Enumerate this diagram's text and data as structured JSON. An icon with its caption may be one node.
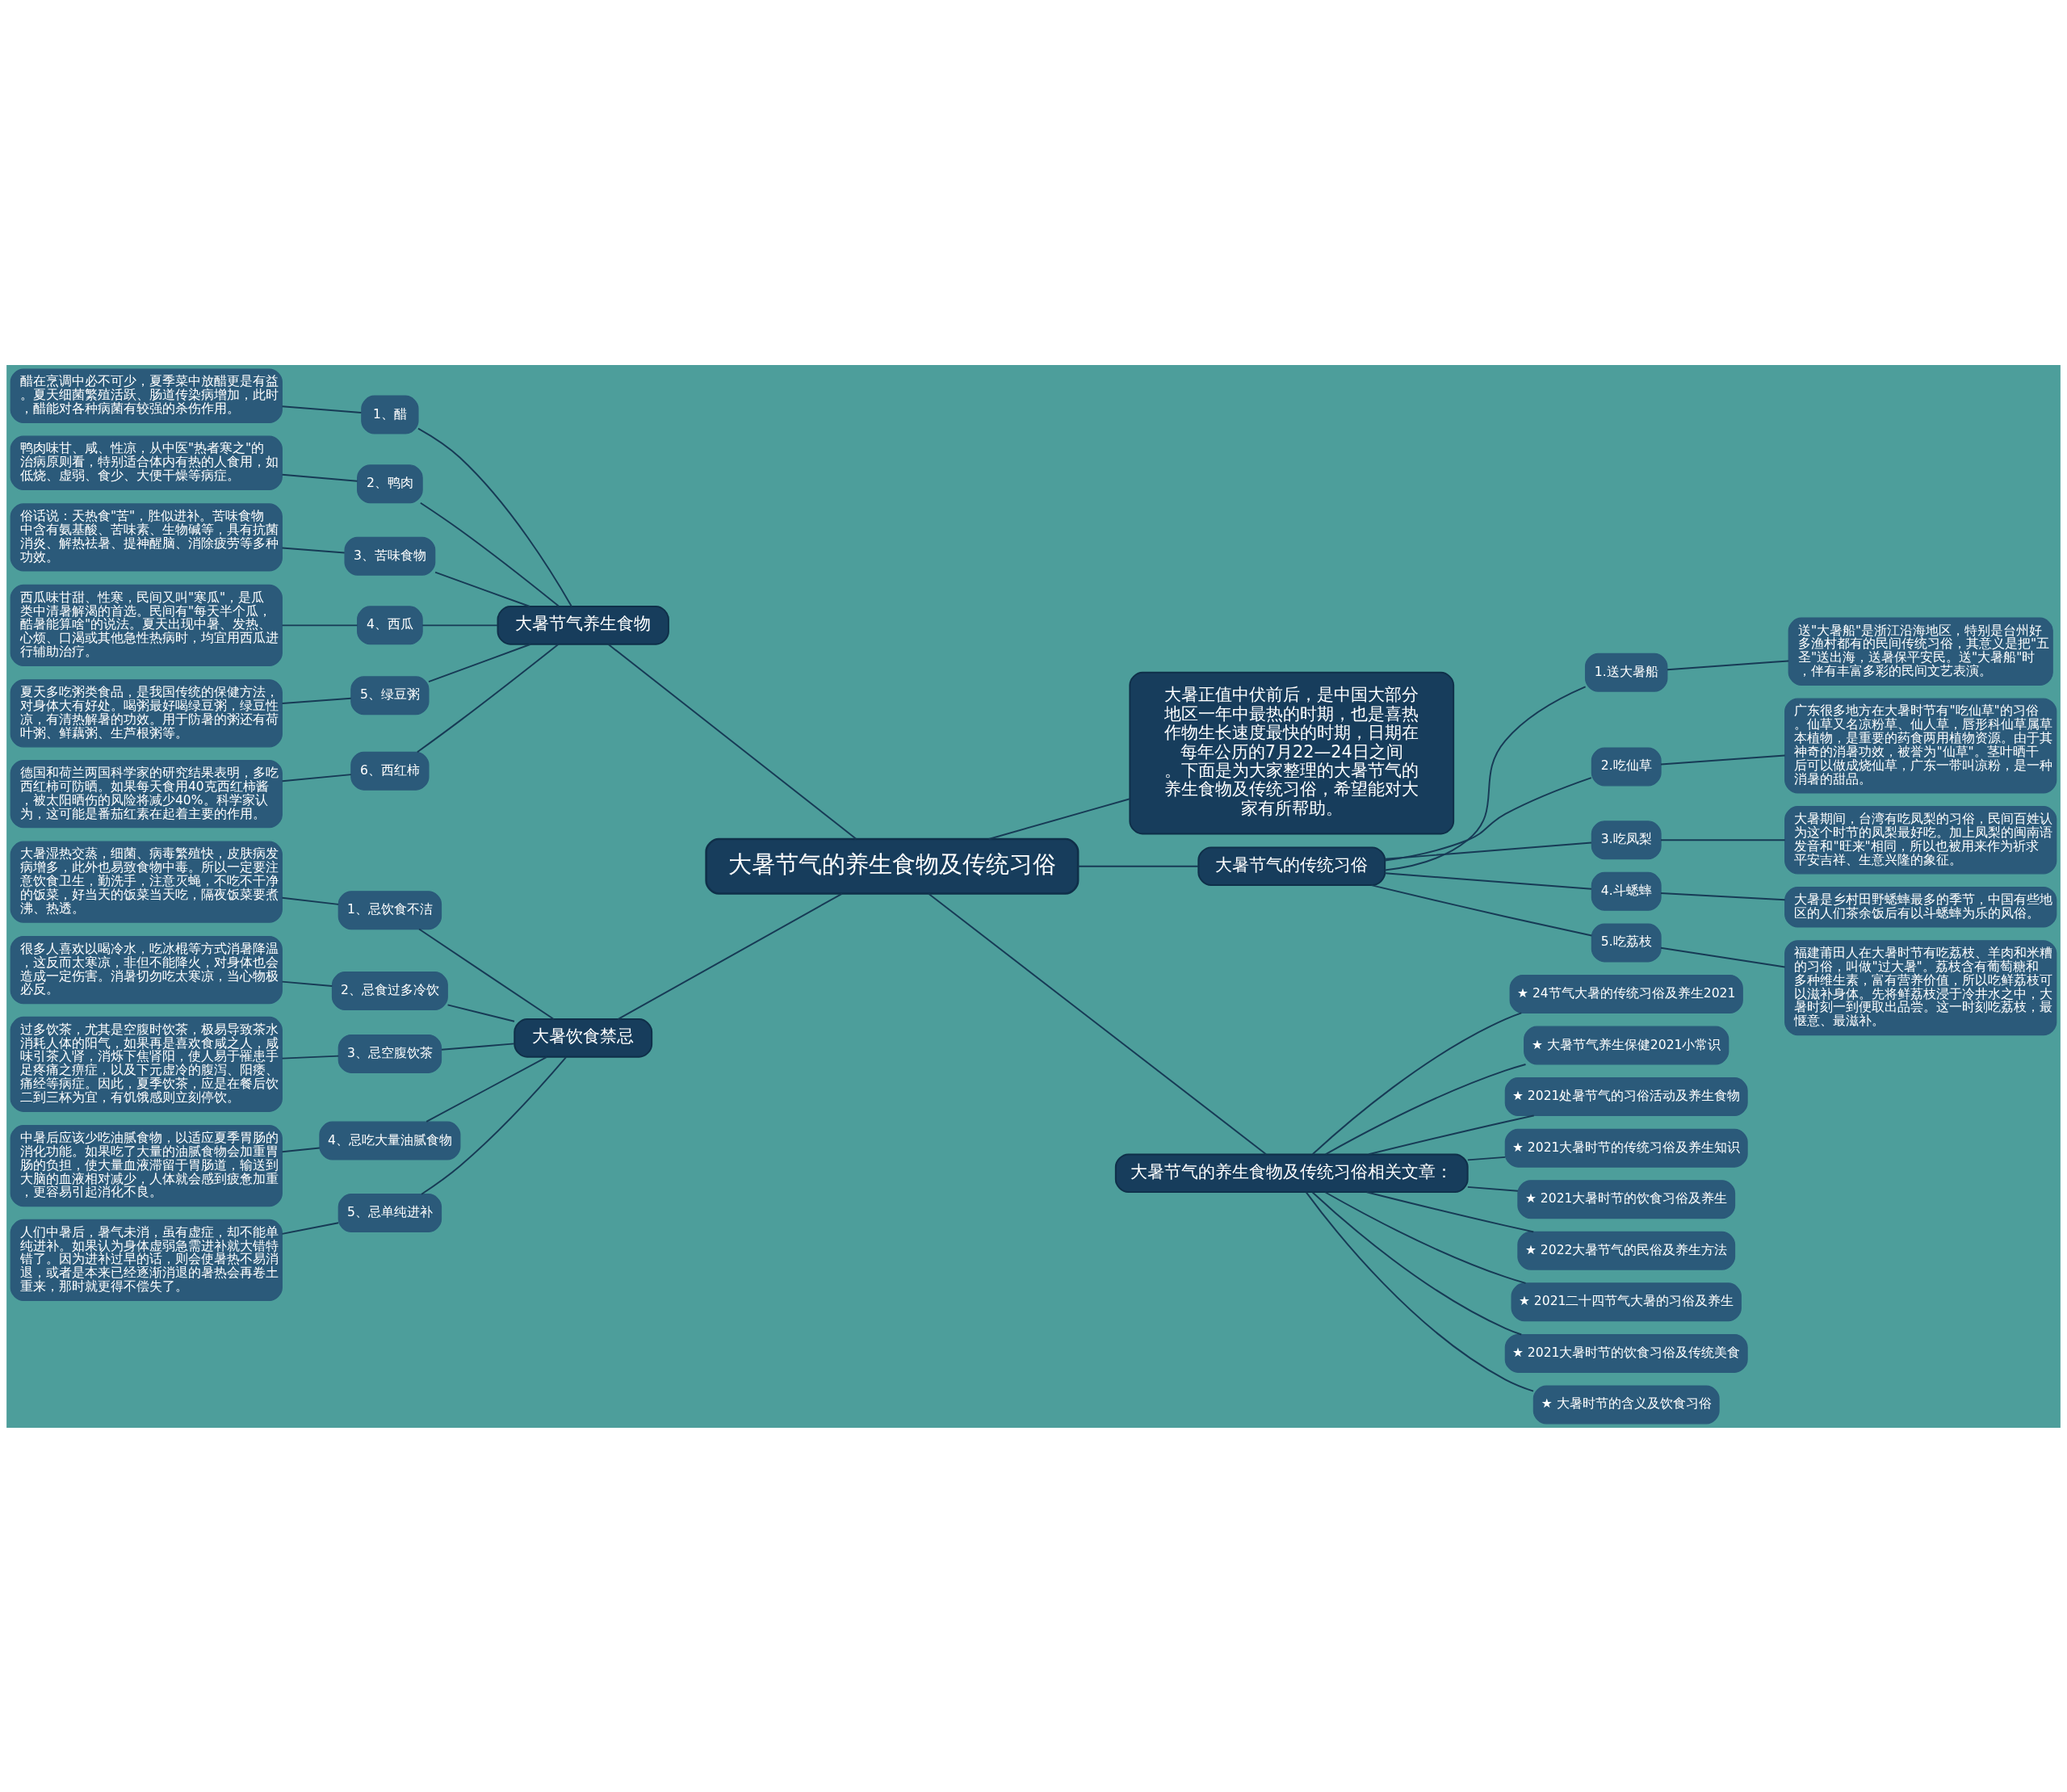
{
  "diagram": {
    "nodes": [
      {
        "text": [
          "大暑节气的养生食物及传统习俗"
        ]
      },
      {
        "text": [
          "大暑节气养生食物"
        ]
      },
      {
        "text": [
          "1、醋"
        ]
      },
      {
        "text": [
          "醋在烹调中必不可少，夏季菜中放醋更是有益。夏天细菌繁殖活跃、肠道传染病增加，此时，醋能对各种病菌有较强的杀伤作用。"
        ]
      },
      {
        "text": [
          "2、鸭肉"
        ]
      },
      {
        "text": [
          "鸭肉味甘、咸、性凉，从中医\"热者寒之\"的治病原则看，特别适合体内有热的人食用，如低烧、虚弱、食少、大便干燥等病症。"
        ]
      },
      {
        "text": [
          "3、苦味食物"
        ]
      },
      {
        "text": [
          "俗话说：天热食\"苦\"，胜似进补。苦味食物中含有氨基酸、苦味素、生物碱等，具有抗菌消炎、解热祛暑、提神醒脑、消除疲劳等多种功效。"
        ]
      },
      {
        "text": [
          "4、西瓜"
        ]
      },
      {
        "text": [
          "西瓜味甘甜、性寒，民间又叫\"寒瓜\"，是瓜类中清暑解渴的首选。民间有\"每天半个瓜，酷暑能算啥\"的说法。夏天出现中暑、发热、心烦、口渴或其他急性热病时，均宜用西瓜进行辅助治疗。"
        ]
      },
      {
        "text": [
          "5、绿豆粥"
        ]
      },
      {
        "text": [
          "夏天多吃粥类食品，是我国传统的保健方法，对身体大有好处。喝粥最好喝绿豆粥，绿豆性凉，有清热解暑的功效。用于防暑的粥还有荷叶粥、鲜藕粥、生芦根粥等。"
        ]
      },
      {
        "text": [
          "6、西红柿"
        ]
      },
      {
        "text": [
          "德国和荷兰两国科学家的研究结果表明，多吃西红柿可防晒。如果每天食用40克西红柿酱，被太阳晒伤的风险将减少40%。科学家认为，这可能是番茄红素在起着主要的作用。"
        ]
      },
      {
        "text": [
          "大暑饮食禁忌"
        ]
      },
      {
        "text": [
          "1、忌饮食不洁"
        ]
      },
      {
        "text": [
          "大暑湿热交蒸，细菌、病毒繁殖快，皮肤病发病增多，此外也易致食物中毒。所以一定要注意饮食卫生，勤洗手，注意灭蝇，不吃不干净的饭菜，好当天的饭菜当天吃，隔夜饭菜要煮沸、热透。"
        ]
      },
      {
        "text": [
          "2、忌食过多冷饮"
        ]
      },
      {
        "text": [
          "很多人喜欢以喝冷水，吃冰棍等方式消暑降温，这反而太寒凉，非但不能降火，对身体也会造成一定伤害。消暑切勿吃太寒凉，当心物极必反。"
        ]
      },
      {
        "text": [
          "3、忌空腹饮茶"
        ]
      },
      {
        "text": [
          "过多饮茶，尤其是空腹时饮茶，极易导致茶水消耗人体的阳气，如果再是喜欢食咸之人，咸味引茶入肾，消烁下焦肾阳，使人易于罹患手足疼痛之痹症，以及下元虚冷的腹泻、阳痿、痛经等病症。因此，夏季饮茶，应是在餐后饮二到三杯为宜，有饥饿感则立刻停饮。"
        ]
      },
      {
        "text": [
          "4、忌吃大量油腻食物"
        ]
      },
      {
        "text": [
          "中暑后应该少吃油腻食物，以适应夏季胃肠的消化功能。如果吃了大量的油腻食物会加重胃肠的负担，使大量血液滞留于胃肠道，输送到大脑的血液相对减少，人体就会感到疲惫加重，更容易引起消化不良。"
        ]
      },
      {
        "text": [
          "5、忌单纯进补"
        ]
      },
      {
        "text": [
          "人们中暑后，暑气未消，虽有虚症，却不能单纯进补。如果认为身体虚弱急需进补就大错特错了。因为进补过早的话，则会使暑热不易消退，或者是本来已经逐渐消退的暑热会再卷土重来，那时就更得不偿失了。"
        ]
      },
      {
        "text": [
          "大暑正值中伏前后，是中国大部分地区一年中最热的时期，也是喜热作物生长速度最快的时期，日期在每年公历的7月22—24日之间。下面是为大家整理的大暑节气的养生食物及传统习俗，希望能对大家有所帮助。"
        ]
      },
      {
        "text": [
          "大暑节气的传统习俗"
        ]
      },
      {
        "text": [
          "1.送大暑船"
        ]
      },
      {
        "text": [
          "送\"大暑船\"是浙江沿海地区，特别是台州好多渔村都有的民间传统习俗，其意义是把\"五圣\"送出海，送暑保平安民。送\"大暑船\"时，伴有丰富多彩的民间文艺表演。"
        ]
      },
      {
        "text": [
          "2.吃仙草"
        ]
      },
      {
        "text": [
          "广东很多地方在大暑时节有\"吃仙草\"的习俗。仙草又名凉粉草、仙人草，唇形科仙草属草本植物，是重要的药食两用植物资源。由于其神奇的消暑功效，被誉为\"仙草\"。茎叶晒干后可以做成烧仙草，广东一带叫凉粉，是一种消暑的甜品。"
        ]
      },
      {
        "text": [
          "3.吃凤梨"
        ]
      },
      {
        "text": [
          "大暑期间，台湾有吃凤梨的习俗，民间百姓认为这个时节的凤梨最好吃。加上凤梨的闽南语发音和\"旺来\"相同，所以也被用来作为祈求平安吉祥、生意兴隆的象征。"
        ]
      },
      {
        "text": [
          "4.斗蟋蟀"
        ]
      },
      {
        "text": [
          "大暑是乡村田野蟋蟀最多的季节，中国有些地区的人们茶余饭后有以斗蟋蟀为乐的风俗。"
        ]
      },
      {
        "text": [
          "5.吃荔枝"
        ]
      },
      {
        "text": [
          "福建莆田人在大暑时节有吃荔枝、羊肉和米糟的习俗，叫做\"过大暑\"。荔枝含有葡萄糖和多种维生素，富有营养价值，所以吃鲜荔枝可以滋补身体。先将鲜荔枝浸于冷井水之中，大暑时刻一到便取出品尝。这一时刻吃荔枝，最惬意、最滋补。"
        ]
      },
      {
        "text": [
          "大暑节气的养生食物及传统习俗相关文章："
        ]
      },
      {
        "text": [
          "★ 24节气大暑的传统习俗及养生2021"
        ]
      },
      {
        "text": [
          "★ 大暑节气养生保健2021小常识"
        ]
      },
      {
        "text": [
          "★ 2021处暑节气的习俗活动及养生食物"
        ]
      },
      {
        "text": [
          "★ 2021大暑时节的传统习俗及养生知识"
        ]
      },
      {
        "text": [
          "★ 2021大暑时节的饮食习俗及养生"
        ]
      },
      {
        "text": [
          "★ 2022大暑节气的民俗及养生方法"
        ]
      },
      {
        "text": [
          "★ 2021二十四节气大暑的习俗及养生"
        ]
      },
      {
        "text": [
          "★ 2021大暑时节的饮食习俗及传统美食"
        ]
      },
      {
        "text": [
          "★ 大暑时节的含义及饮食习俗"
        ]
      }
    ],
    "edges": [
      {
        "from": 0,
        "to": 1,
        "arrow": "none"
      },
      {
        "from": 1,
        "to": 2,
        "arrow": "none"
      },
      {
        "from": 2,
        "to": 3,
        "arrow": "none"
      },
      {
        "from": 1,
        "to": 4,
        "arrow": "none"
      },
      {
        "from": 4,
        "to": 5,
        "arrow": "none"
      },
      {
        "from": 1,
        "to": 6,
        "arrow": "none"
      },
      {
        "from": 6,
        "to": 7,
        "arrow": "none"
      },
      {
        "from": 1,
        "to": 8,
        "arrow": "none"
      },
      {
        "from": 8,
        "to": 9,
        "arrow": "none"
      },
      {
        "from": 1,
        "to": 10,
        "arrow": "none"
      },
      {
        "from": 10,
        "to": 11,
        "arrow": "none"
      },
      {
        "from": 1,
        "to": 12,
        "arrow": "none"
      },
      {
        "from": 12,
        "to": 13,
        "arrow": "none"
      },
      {
        "from": 0,
        "to": 14,
        "arrow": "none"
      },
      {
        "from": 14,
        "to": 15,
        "arrow": "none"
      },
      {
        "from": 15,
        "to": 16,
        "arrow": "none"
      },
      {
        "from": 14,
        "to": 17,
        "arrow": "none"
      },
      {
        "from": 17,
        "to": 18,
        "arrow": "none"
      },
      {
        "from": 14,
        "to": 19,
        "arrow": "none"
      },
      {
        "from": 19,
        "to": 20,
        "arrow": "none"
      },
      {
        "from": 14,
        "to": 21,
        "arrow": "none"
      },
      {
        "from": 21,
        "to": 22,
        "arrow": "none"
      },
      {
        "from": 14,
        "to": 23,
        "arrow": "none"
      },
      {
        "from": 23,
        "to": 24,
        "arrow": "none"
      },
      {
        "from": 0,
        "to": 25,
        "arrow": "none"
      },
      {
        "from": 0,
        "to": 26,
        "arrow": "none"
      },
      {
        "from": 26,
        "to": 27,
        "arrow": "none"
      },
      {
        "from": 27,
        "to": 28,
        "arrow": "none"
      },
      {
        "from": 26,
        "to": 29,
        "arrow": "none"
      },
      {
        "from": 29,
        "to": 30,
        "arrow": "none"
      },
      {
        "from": 26,
        "to": 31,
        "arrow": "none"
      },
      {
        "from": 31,
        "to": 32,
        "arrow": "none"
      },
      {
        "from": 26,
        "to": 33,
        "arrow": "none"
      },
      {
        "from": 33,
        "to": 34,
        "arrow": "none"
      },
      {
        "from": 26,
        "to": 35,
        "arrow": "none"
      },
      {
        "from": 35,
        "to": 36,
        "arrow": "none"
      },
      {
        "from": 0,
        "to": 37,
        "arrow": "none"
      },
      {
        "from": 37,
        "to": 38,
        "arrow": "none"
      },
      {
        "from": 37,
        "to": 39,
        "arrow": "none"
      },
      {
        "from": 37,
        "to": 40,
        "arrow": "none"
      },
      {
        "from": 37,
        "to": 41,
        "arrow": "none"
      },
      {
        "from": 37,
        "to": 42,
        "arrow": "none"
      },
      {
        "from": 37,
        "to": 43,
        "arrow": "none"
      },
      {
        "from": 37,
        "to": 44,
        "arrow": "none"
      },
      {
        "from": 37,
        "to": 45,
        "arrow": "none"
      },
      {
        "from": 37,
        "to": 46,
        "arrow": "none"
      }
    ]
  }
}
